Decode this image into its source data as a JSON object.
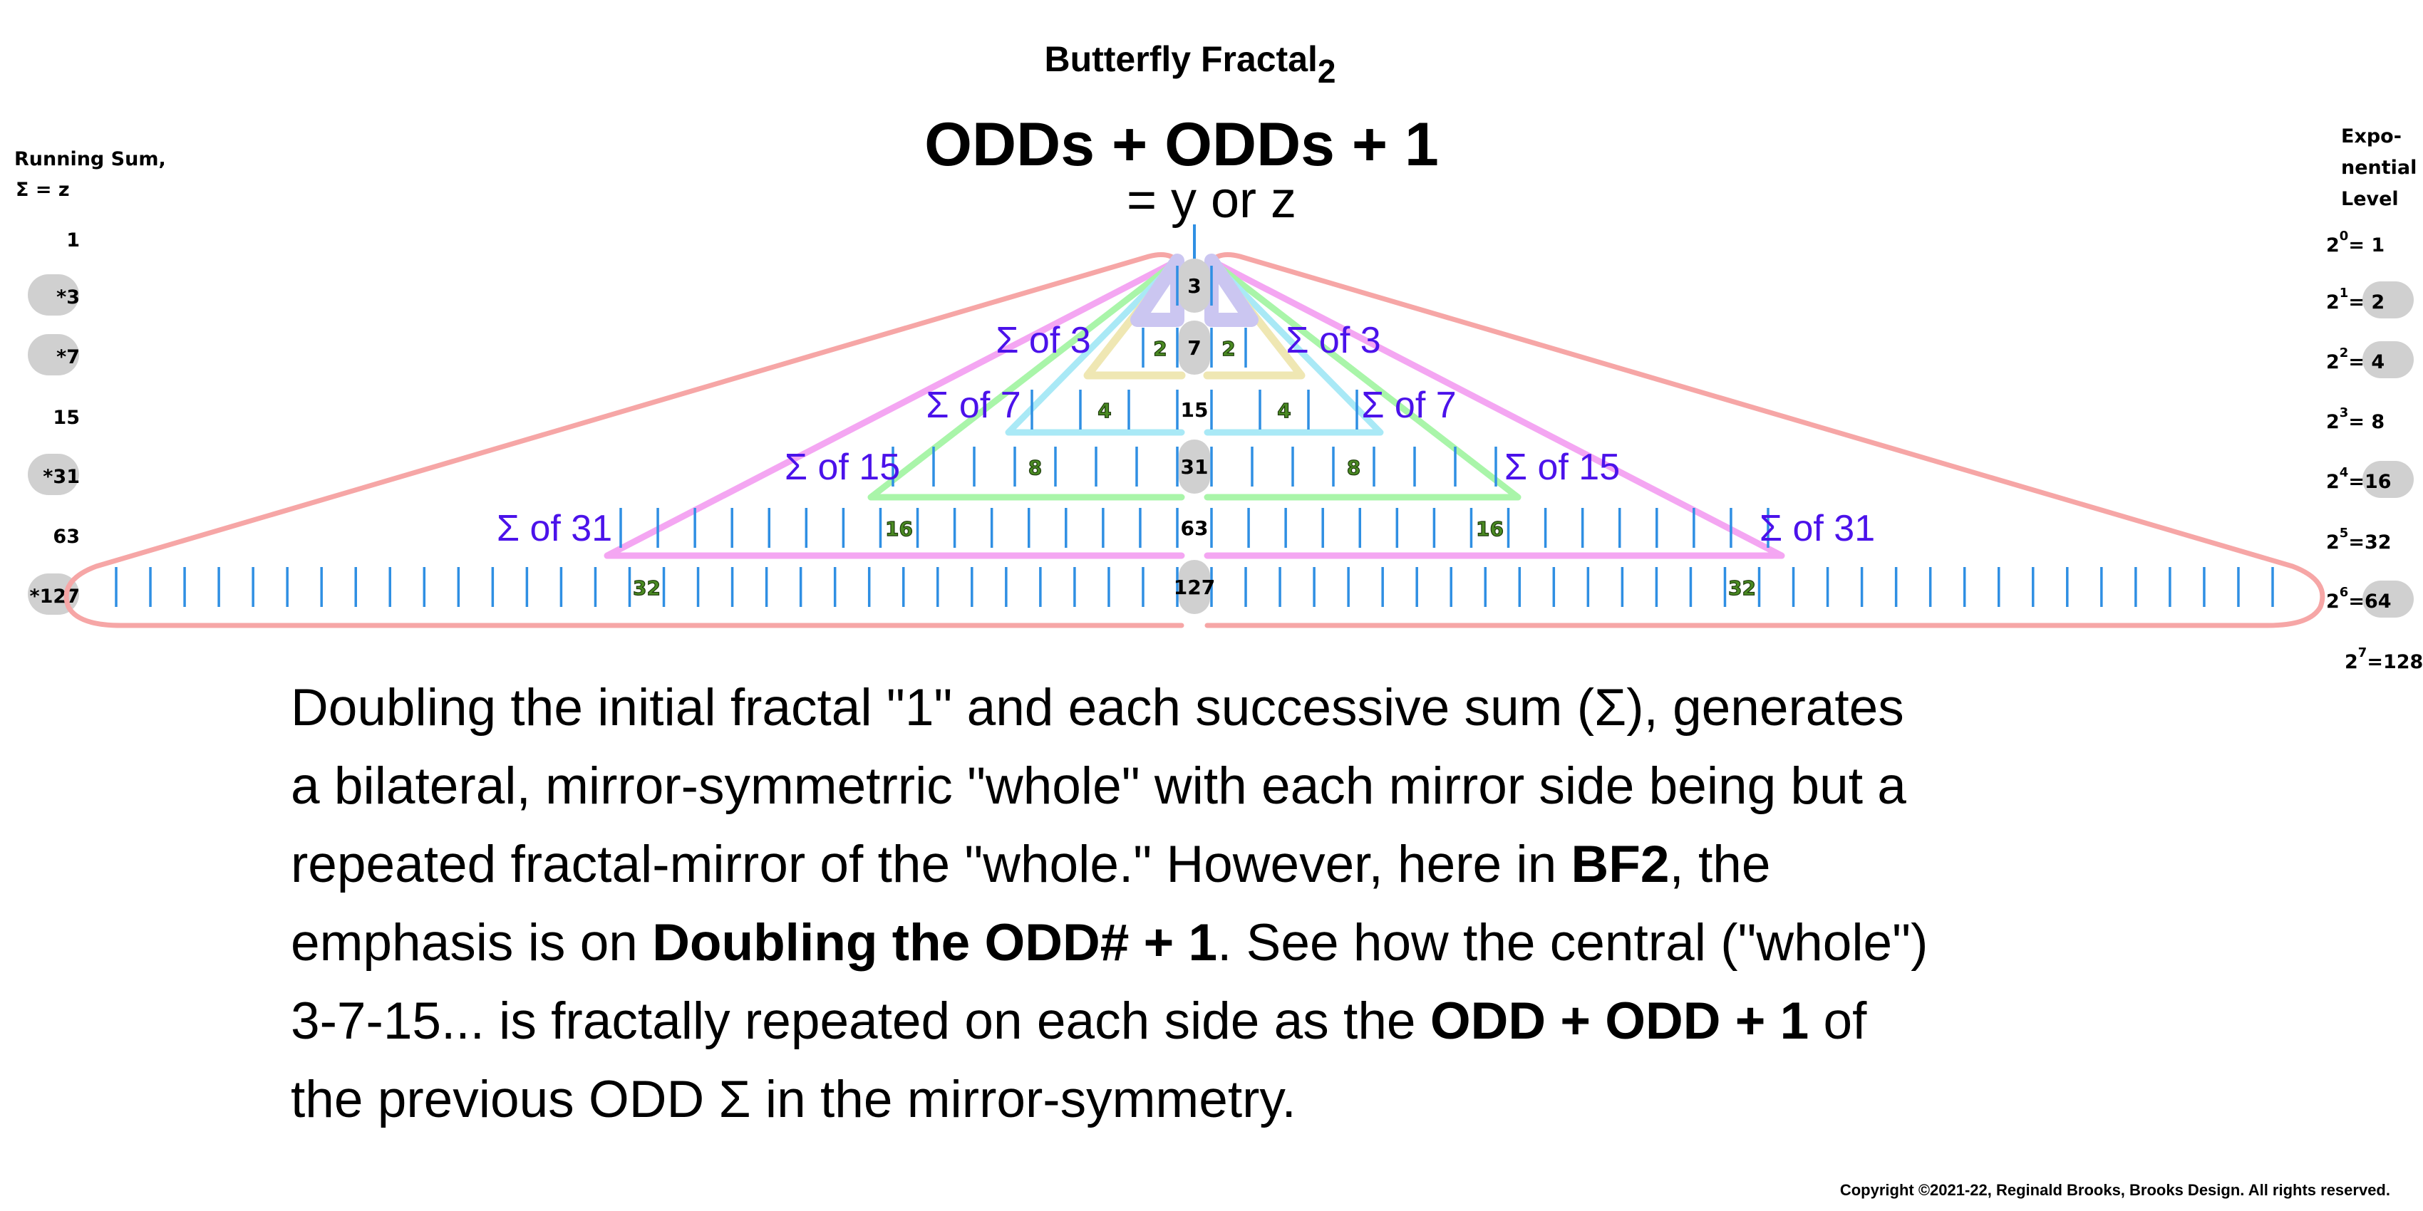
{
  "header": {
    "title": "Butterfly Fractal",
    "title_sub": "2",
    "formula": "ODDs + ODDs + 1",
    "formula_result": "= y or z"
  },
  "running_sum": {
    "heading_line1": "Running Sum,",
    "heading_line2": "Σ = z",
    "values": [
      {
        "label": "1",
        "highlighted": false
      },
      {
        "label": "*3",
        "highlighted": true
      },
      {
        "label": "*7",
        "highlighted": true
      },
      {
        "label": "15",
        "highlighted": false
      },
      {
        "label": "*31",
        "highlighted": true
      },
      {
        "label": "63",
        "highlighted": false
      },
      {
        "label": "*127",
        "highlighted": true
      }
    ]
  },
  "exponential": {
    "heading_line1": "Expo-",
    "heading_line2": "nential",
    "heading_line3": "Level",
    "levels": [
      {
        "base": "2",
        "exp": "0",
        "value": "=  1",
        "highlighted": false
      },
      {
        "base": "2",
        "exp": "1",
        "value": "=  2",
        "highlighted": true
      },
      {
        "base": "2",
        "exp": "2",
        "value": "=  4",
        "highlighted": true
      },
      {
        "base": "2",
        "exp": "3",
        "value": "=  8",
        "highlighted": false
      },
      {
        "base": "2",
        "exp": "4",
        "value": "=16",
        "highlighted": true
      },
      {
        "base": "2",
        "exp": "5",
        "value": "=32",
        "highlighted": false
      },
      {
        "base": "2",
        "exp": "6",
        "value": "=64",
        "highlighted": true
      },
      {
        "base": "2",
        "exp": "7",
        "value": "=128",
        "highlighted": false
      }
    ]
  },
  "diagram": {
    "rows": [
      {
        "center": "3",
        "pill": true,
        "side_count": 1,
        "side_label": ""
      },
      {
        "center": "7",
        "pill": true,
        "side_count": 2,
        "side_label": "2"
      },
      {
        "center": "15",
        "pill": false,
        "side_count": 4,
        "side_label": "4"
      },
      {
        "center": "31",
        "pill": true,
        "side_count": 8,
        "side_label": "8"
      },
      {
        "center": "63",
        "pill": false,
        "side_count": 16,
        "side_label": "16"
      },
      {
        "center": "127",
        "pill": true,
        "side_count": 32,
        "side_label": "32"
      }
    ],
    "sigma_labels": [
      "Σ of 3",
      "Σ of 7",
      "Σ of 15",
      "Σ of 31"
    ],
    "colors": {
      "tick": "#2f8fe3",
      "pill": "#d0d0d0",
      "sigma_text": "#4b12ea",
      "shape_1": "#cbc6f1",
      "shape_3": "#efe7b3",
      "shape_7": "#a9e9f6",
      "shape_15": "#a9f5a9",
      "shape_31": "#f4a6f2",
      "shape_63": "#f6a6a6"
    }
  },
  "paragraph": {
    "lines": [
      [
        {
          "text": "Doubling the initial fractal \"1\" and each successive sum (Σ), generates",
          "bold": false
        }
      ],
      [
        {
          "text": "a bilateral, mirror-symmetrric \"whole\" with each mirror side being but a",
          "bold": false
        }
      ],
      [
        {
          "text": "repeated fractal-mirror of the \"whole.\" However, here in ",
          "bold": false
        },
        {
          "text": "BF2",
          "bold": true
        },
        {
          "text": ", the",
          "bold": false
        }
      ],
      [
        {
          "text": "emphasis is on ",
          "bold": false
        },
        {
          "text": "Doubling the ODD# + 1",
          "bold": true
        },
        {
          "text": ". See how the central (\"whole\")",
          "bold": false
        }
      ],
      [
        {
          "text": "3-7-15... is fractally repeated on each side as the ",
          "bold": false
        },
        {
          "text": "ODD + ODD + 1",
          "bold": true
        },
        {
          "text": " of",
          "bold": false
        }
      ],
      [
        {
          "text": "the previous ODD Σ in the mirror-symmetry.",
          "bold": false
        }
      ]
    ]
  },
  "footer": {
    "copyright": "Copyright ©2021-22, Reginald Brooks, Brooks Design. All rights reserved."
  }
}
